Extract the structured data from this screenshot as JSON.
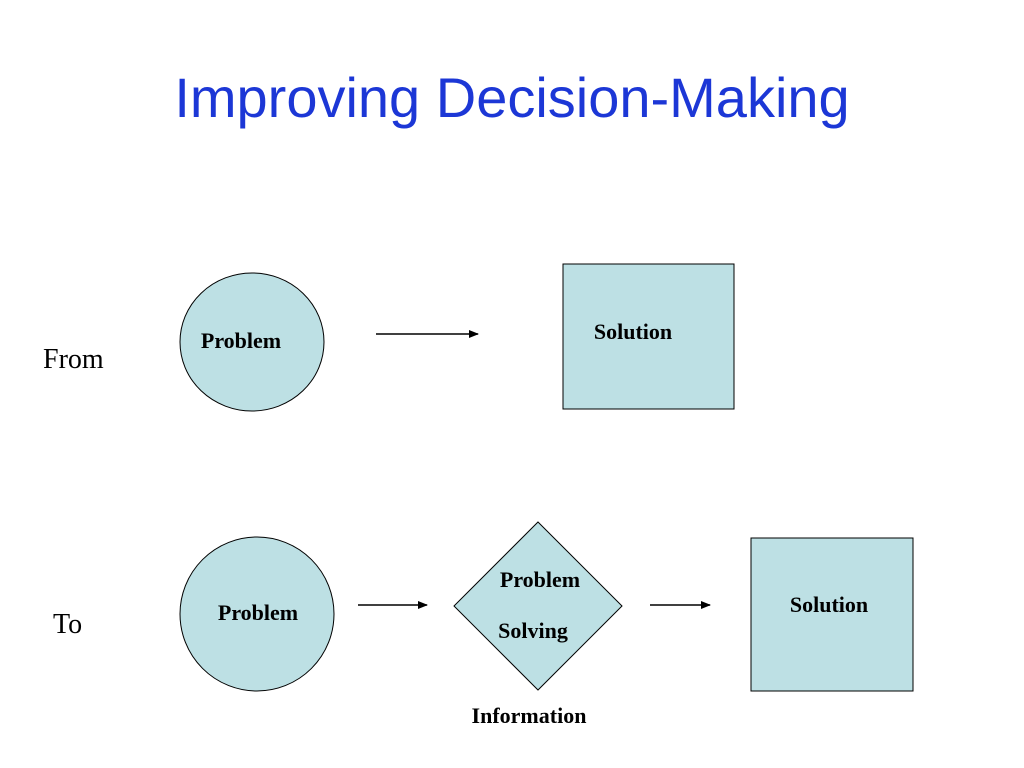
{
  "slide": {
    "title": "Improving Decision-Making"
  },
  "from_row": {
    "label": "From",
    "problem": "Problem",
    "solution": "Solution"
  },
  "to_row": {
    "label": "To",
    "problem": "Problem",
    "process_line1": "Problem",
    "process_line2": "Solving",
    "solution": "Solution",
    "input": "Information"
  },
  "colors": {
    "title": "#1c37d6",
    "shape_fill": "#bde0e4",
    "stroke": "#000000"
  }
}
